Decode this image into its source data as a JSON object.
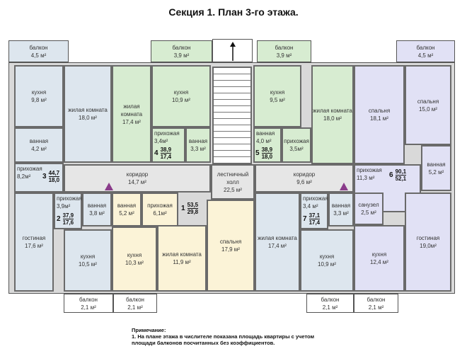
{
  "title": "Секция 1. План 3-го этажа.",
  "rooms": [
    {
      "name": "кухня",
      "area": "9,8 м²",
      "color": "blue"
    },
    {
      "name": "ванная",
      "area": "4,2 м²",
      "color": "blue"
    },
    {
      "name": "жилая комната",
      "area": "18,0 м²",
      "color": "blue"
    },
    {
      "name": "жилая комната",
      "area": "17,4 м²",
      "color": "green"
    },
    {
      "name": "кухня",
      "area": "10,9 м²",
      "color": "green"
    },
    {
      "name": "прихожая",
      "area": "3,4м²",
      "color": "green"
    },
    {
      "name": "ванная",
      "area": "3,3 м²",
      "color": "green"
    },
    {
      "name": "кухня",
      "area": "9,5 м²",
      "color": "green"
    },
    {
      "name": "ванная",
      "area": "4,0 м²",
      "color": "green"
    },
    {
      "name": "прихожая",
      "area": "3,5м²",
      "color": "green"
    },
    {
      "name": "жилая комната",
      "area": "18,0 м²",
      "color": "green"
    },
    {
      "name": "спальня",
      "area": "18,1 м²",
      "color": "lav"
    },
    {
      "name": "спальня",
      "area": "15,0 м²",
      "color": "lav"
    },
    {
      "name": "ванная",
      "area": "5,2 м²",
      "color": "lav"
    },
    {
      "name": "прихожая",
      "area": "8,2м²",
      "color": "blue"
    },
    {
      "name": "коридор",
      "area": "14,7 м²",
      "color": "gray"
    },
    {
      "name": "лестничный холл",
      "area": "22,5 м²",
      "color": "gray"
    },
    {
      "name": "коридор",
      "area": "9,6 м²",
      "color": "gray"
    },
    {
      "name": "прихожая",
      "area": "11,3 м²",
      "color": "lav"
    },
    {
      "name": "гостиная",
      "area": "17,6 м²",
      "color": "blue"
    },
    {
      "name": "прихожая",
      "area": "3,9м²",
      "color": "blue"
    },
    {
      "name": "ванная",
      "area": "3,8 м²",
      "color": "blue"
    },
    {
      "name": "кухня",
      "area": "10,5 м²",
      "color": "blue"
    },
    {
      "name": "ванная",
      "area": "5,2 м²",
      "color": "yel"
    },
    {
      "name": "прихожая",
      "area": "6,1м²",
      "color": "yel"
    },
    {
      "name": "кухня",
      "area": "10,3 м²",
      "color": "yel"
    },
    {
      "name": "жилая комната",
      "area": "11,9 м²",
      "color": "yel"
    },
    {
      "name": "спальня",
      "area": "17,9 м²",
      "color": "yel"
    },
    {
      "name": "жилая комната",
      "area": "17,4 м²",
      "color": "blue"
    },
    {
      "name": "прихожая",
      "area": "3,4 м²",
      "color": "blue"
    },
    {
      "name": "ванная",
      "area": "3,3 м²",
      "color": "blue"
    },
    {
      "name": "кухня",
      "area": "10,9 м²",
      "color": "blue"
    },
    {
      "name": "санузел",
      "area": "2,5 м²",
      "color": "lav"
    },
    {
      "name": "кухня",
      "area": "12,4 м²",
      "color": "lav"
    },
    {
      "name": "гостиная",
      "area": "19,0м²",
      "color": "lav"
    }
  ],
  "balconies": [
    {
      "name": "балкон",
      "area": "4,5 м²",
      "color": "blue"
    },
    {
      "name": "балкон",
      "area": "3,9 м²",
      "color": "green"
    },
    {
      "name": "балкон",
      "area": "3,9 м²",
      "color": "green"
    },
    {
      "name": "балкон",
      "area": "4,5 м²",
      "color": "lav"
    },
    {
      "name": "балкон",
      "area": "2,1 м²",
      "color": "white"
    },
    {
      "name": "балкон",
      "area": "2,1 м²",
      "color": "white"
    },
    {
      "name": "балкон",
      "area": "2,1 м²",
      "color": "white"
    },
    {
      "name": "балкон",
      "area": "2,1 м²",
      "color": "white"
    }
  ],
  "apartments": [
    {
      "number": "3",
      "total": "44,7",
      "living": "18,0"
    },
    {
      "number": "4",
      "total": "38,9",
      "living": "17,4"
    },
    {
      "number": "5",
      "total": "38,9",
      "living": "18,0"
    },
    {
      "number": "6",
      "total": "90,1",
      "living": "52,1"
    },
    {
      "number": "2",
      "total": "37,9",
      "living": "17,6"
    },
    {
      "number": "1",
      "total": "53,5",
      "living": "29,8"
    },
    {
      "number": "7",
      "total": "37,1",
      "living": "17,4"
    }
  ],
  "note": {
    "heading": "Примечание:",
    "line1": "1. На плане этажа в числителе показана площадь квартиры с учетом",
    "line2": "площади балконов  посчитанных без коэффициентов."
  }
}
